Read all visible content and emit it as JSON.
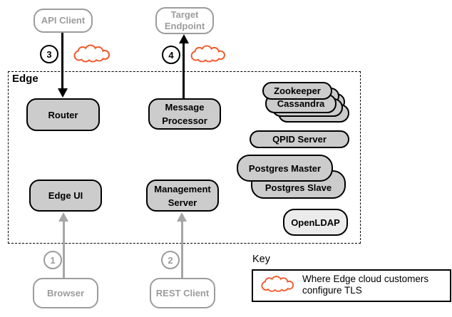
{
  "diagram": {
    "edge_label": "Edge",
    "key": {
      "title": "Key",
      "description": "Where Edge cloud customers configure TLS"
    }
  },
  "external_nodes": {
    "api_client": "API Client",
    "target_endpoint": "Target Endpoint",
    "browser": "Browser",
    "rest_client": "REST Client"
  },
  "edge_nodes": {
    "router": "Router",
    "message_processor": "Message Processor",
    "edge_ui": "Edge UI",
    "management_server": "Management Server",
    "zookeeper": "Zookeeper",
    "cassandra": "Cassandra",
    "qpid_server": "QPID Server",
    "postgres_master": "Postgres Master",
    "postgres_slave": "Postgres Slave",
    "openldap": "OpenLDAP"
  },
  "step_markers": {
    "step1": "1",
    "step2": "2",
    "step3": "3",
    "step4": "4"
  },
  "colors": {
    "tls_cloud_orange": "#F0592B",
    "node_fill_gray": "#CCCCCC",
    "openldap_fill": "#EBEBEB",
    "muted_gray": "#9C9C9C",
    "arrow_gray": "#A6A6A6",
    "black": "#000000"
  }
}
